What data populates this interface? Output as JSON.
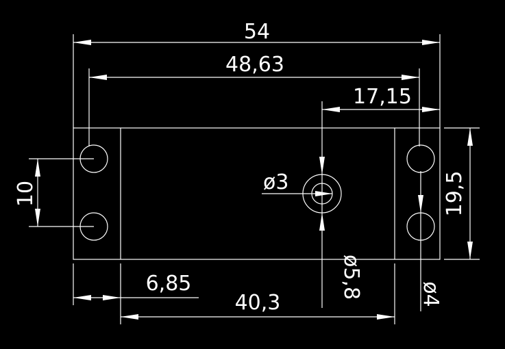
{
  "drawing": {
    "background": "#000000",
    "line_color": "#ffffff",
    "dimensions": {
      "overall_width": "54",
      "hole_spacing_x": "48,63",
      "center_offset": "17,15",
      "hole_spacing_y": "10",
      "height": "19,5",
      "small_bore": "ø3",
      "large_bore": "ø5,8",
      "mount_hole": "ø4",
      "tab_width": "6,85",
      "body_width": "40,3"
    }
  }
}
